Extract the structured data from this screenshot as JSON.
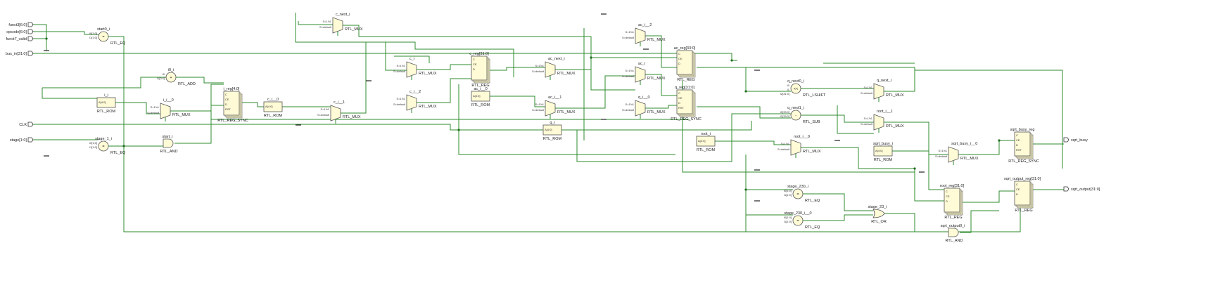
{
  "schematic": {
    "input_ports": [
      "funct3[6:0]",
      "opcode[6:0]",
      "funct7_valid",
      "bus_in[31:0]",
      "CLK",
      "stage[1:0]"
    ],
    "output_ports": [
      "sqrt_busy",
      "sqrt_output[31:0]"
    ],
    "cells": [
      {
        "id": "start0",
        "name": "start0_i",
        "type": "RTL_EQ",
        "kind": "eq",
        "pins": [
          "I0[1:0]",
          "I1[1:0]"
        ]
      },
      {
        "id": "i0",
        "name": "i0_i",
        "type": "RTL_ADD",
        "kind": "add",
        "pins": [
          "I0",
          "I1[3:0]"
        ]
      },
      {
        "id": "irom",
        "name": "i_i",
        "type": "RTL_ROM",
        "kind": "rom",
        "pins": [
          "A[4:0]"
        ]
      },
      {
        "id": "ii0",
        "name": "i_i__0",
        "type": "RTL_MUX",
        "kind": "mux",
        "pins": [
          "S=1'b1",
          "S=default"
        ]
      },
      {
        "id": "ireg",
        "name": "i_reg[4:0]",
        "type": "RTL_REG_SYNC",
        "kind": "reg",
        "pins": [
          "C",
          "CE",
          "D",
          "RST"
        ]
      },
      {
        "id": "ci0",
        "name": "c_i__0",
        "type": "RTL_ROM",
        "kind": "rom",
        "pins": [
          "A[4:0]"
        ]
      },
      {
        "id": "ci1",
        "name": "c_i__1",
        "type": "RTL_MUX",
        "kind": "mux",
        "pins": [
          "S=1'b1",
          "S=default"
        ]
      },
      {
        "id": "cnext",
        "name": "c_next_i",
        "type": "RTL_MUX",
        "kind": "mux",
        "pins": [
          "S=1'b1",
          "S=default"
        ]
      },
      {
        "id": "ci",
        "name": "c_i",
        "type": "RTL_MUX",
        "kind": "mux",
        "pins": [
          "S=1'b1",
          "S=default"
        ]
      },
      {
        "id": "ci2",
        "name": "c_i__2",
        "type": "RTL_MUX",
        "kind": "mux",
        "pins": [
          "S=1'b1",
          "S=default"
        ]
      },
      {
        "id": "creg",
        "name": "c_reg[31:0]",
        "type": "RTL_REG",
        "kind": "reg",
        "pins": [
          "C",
          "CE",
          "D"
        ]
      },
      {
        "id": "aci0",
        "name": "ac_i__0",
        "type": "RTL_ROM",
        "kind": "rom",
        "pins": [
          "A[4:0]"
        ]
      },
      {
        "id": "acnext",
        "name": "ac_next_i",
        "type": "RTL_MUX",
        "kind": "mux",
        "pins": [
          "S=1'b1",
          "S=default"
        ]
      },
      {
        "id": "aci1",
        "name": "ac_i__1",
        "type": "RTL_MUX",
        "kind": "mux",
        "pins": [
          "S=1'b1",
          "S=default"
        ]
      },
      {
        "id": "qi",
        "name": "q_i",
        "type": "RTL_ROM",
        "kind": "rom",
        "pins": [
          "A[4:0]"
        ]
      },
      {
        "id": "aci2",
        "name": "ac_i__2",
        "type": "RTL_MUX",
        "kind": "mux",
        "pins": [
          "S=1'b1",
          "S=default"
        ]
      },
      {
        "id": "aci",
        "name": "ac_i",
        "type": "RTL_MUX",
        "kind": "mux",
        "pins": [
          "S=1'b1",
          "S=default"
        ]
      },
      {
        "id": "qi0",
        "name": "q_i__0",
        "type": "RTL_MUX",
        "kind": "mux",
        "pins": [
          "S=1'b1",
          "S=default"
        ]
      },
      {
        "id": "acreg",
        "name": "ac_reg[33:0]",
        "type": "RTL_REG",
        "kind": "reg",
        "pins": [
          "C",
          "CE",
          "D"
        ]
      },
      {
        "id": "qreg",
        "name": "q_reg[31:0]",
        "type": "RTL_REG_SYNC",
        "kind": "reg",
        "pins": [
          "C",
          "CE",
          "D",
          "RST"
        ]
      },
      {
        "id": "rooti",
        "name": "root_i",
        "type": "RTL_ROM",
        "kind": "rom",
        "pins": [
          "A[4:0]"
        ]
      },
      {
        "id": "qnext0",
        "name": "q_next0_i",
        "type": "RTL_LSHIFT",
        "kind": "shift",
        "pins": [
          "I0",
          "I1",
          "I2[31:0]"
        ]
      },
      {
        "id": "qnext1",
        "name": "q_next1_i",
        "type": "RTL_SUB",
        "kind": "sub",
        "pins": [
          "I0[33:0]",
          "I1[33:0]"
        ]
      },
      {
        "id": "rooti0",
        "name": "root_i__0",
        "type": "RTL_MUX",
        "kind": "mux",
        "pins": [
          "S=1'b1",
          "S=default"
        ]
      },
      {
        "id": "qnext",
        "name": "q_next_i",
        "type": "RTL_MUX",
        "kind": "mux",
        "pins": [
          "S=1'b1",
          "S=default"
        ]
      },
      {
        "id": "rooti1",
        "name": "root_i__1",
        "type": "RTL_MUX",
        "kind": "mux",
        "pins": [
          "S=1'b1",
          "S=default"
        ]
      },
      {
        "id": "stage11",
        "name": "stage_1_i",
        "type": "RTL_EQ",
        "kind": "eq",
        "pins": [
          "I0[1:0]",
          "I1[1:0]"
        ]
      },
      {
        "id": "starti",
        "name": "start_i",
        "type": "RTL_AND",
        "kind": "and",
        "pins": [
          "I0",
          "I1"
        ]
      },
      {
        "id": "stage230",
        "name": "stage_230_i",
        "type": "RTL_EQ",
        "kind": "eq",
        "pins": [
          "I0[1:0]",
          "I1[1:0]"
        ]
      },
      {
        "id": "stage2300",
        "name": "stage_230_i__0",
        "type": "RTL_EQ",
        "kind": "eq",
        "pins": [
          "I0[1:0]",
          "I1[1:0]"
        ]
      },
      {
        "id": "stage23",
        "name": "stage_23_i",
        "type": "RTL_OR",
        "kind": "or",
        "pins": [
          "I0",
          "I1"
        ]
      },
      {
        "id": "sqrtbusyi0",
        "name": "sqrt_busy_i__0",
        "type": "RTL_MUX",
        "kind": "mux",
        "pins": [
          "S=1'b1",
          "S=default"
        ]
      },
      {
        "id": "sqrtbusyi",
        "name": "sqrt_busy_i",
        "type": "RTL_ROM",
        "kind": "rom",
        "pins": [
          "A[4:0]"
        ]
      },
      {
        "id": "rootreg",
        "name": "root_reg[31:0]",
        "type": "RTL_REG",
        "kind": "reg",
        "pins": [
          "C",
          "CE",
          "D"
        ]
      },
      {
        "id": "sqrtbusyreg",
        "name": "sqrt_busy_reg",
        "type": "RTL_REG_SYNC",
        "kind": "reg",
        "pins": [
          "C",
          "CE",
          "D",
          "RST"
        ]
      },
      {
        "id": "sqrtoutreg",
        "name": "sqrt_output_reg[31:0]",
        "type": "RTL_REG",
        "kind": "reg",
        "pins": [
          "C",
          "CE",
          "D"
        ]
      },
      {
        "id": "sqrtout0",
        "name": "sqrt_output0_i",
        "type": "RTL_AND",
        "kind": "and",
        "pins": [
          "I0",
          "I1"
        ]
      }
    ]
  }
}
